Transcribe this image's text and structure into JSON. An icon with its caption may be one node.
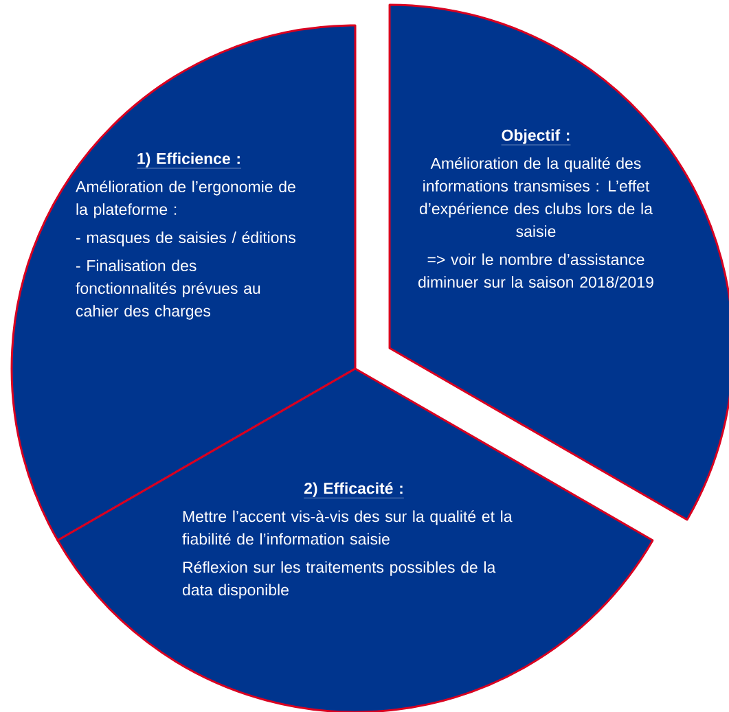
{
  "diagram": {
    "nodes": [
      {
        "text": [
          "1) Efficience :",
          "Amélioration de l’ergonomie de la plateforme :",
          "- masques de saisies / éditions",
          "- Finalisation des fonctionnalités prévues au cahier des charges"
        ]
      },
      {
        "text": [
          "Objectif :",
          "Amélioration de la qualité des informations transmises : L’effet d’expérience des clubs lors de la saisie",
          "=> voir le nombre d’assistance diminuer sur la saison 2018/2019"
        ]
      },
      {
        "text": [
          "2) Efficacité :",
          "Mettre l’accent vis-à-vis des sur la qualité et la fiabilité de l’information saisie",
          "Réflexion sur les traitements possibles de la data disponible"
        ]
      }
    ]
  }
}
